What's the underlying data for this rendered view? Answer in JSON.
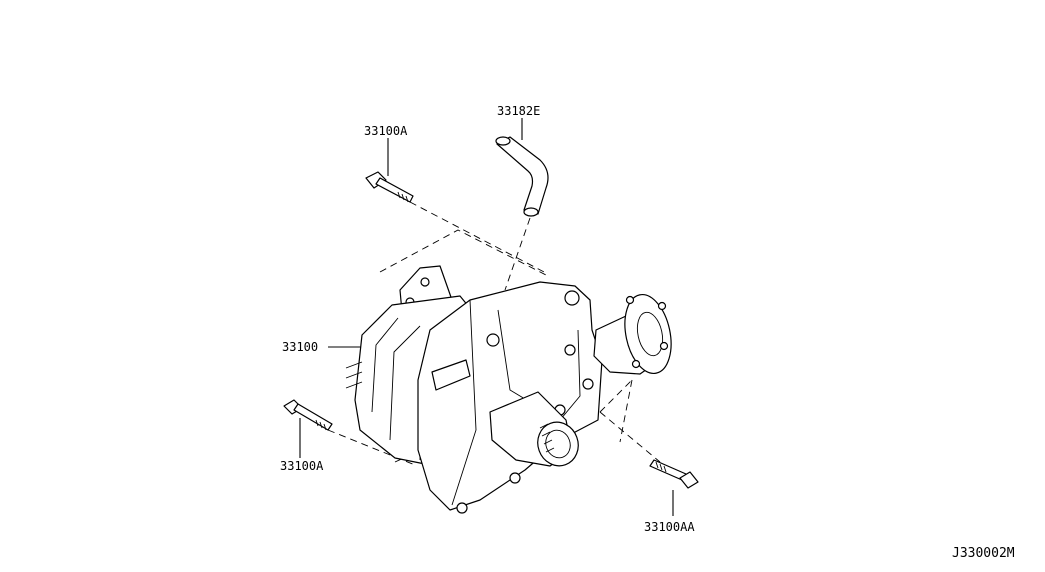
{
  "diagram": {
    "callouts": [
      {
        "id": "bolt_top_left",
        "text": "33100A"
      },
      {
        "id": "hose",
        "text": "33182E"
      },
      {
        "id": "transfer_case",
        "text": "33100"
      },
      {
        "id": "bolt_bottom_left",
        "text": "33100A"
      },
      {
        "id": "bolt_right",
        "text": "33100AA"
      }
    ],
    "figure_code": "J330002M"
  }
}
